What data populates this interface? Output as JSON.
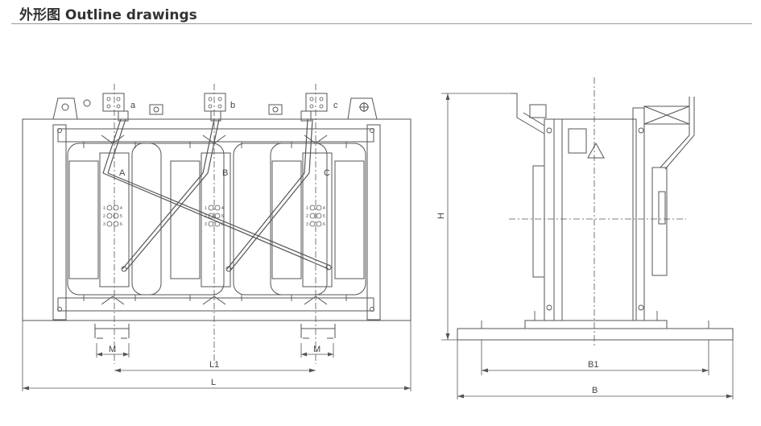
{
  "header": {
    "title": "外形图 Outline drawings"
  },
  "front_view": {
    "phase_labels": [
      "A",
      "B",
      "C"
    ],
    "terminal_labels": [
      "a",
      "b",
      "c"
    ],
    "tap_numbers": [
      "1",
      "2",
      "3",
      "4",
      "5",
      "6"
    ]
  },
  "dimensions": {
    "M_left": "M",
    "M_right": "M",
    "L1": "L1",
    "L": "L",
    "H": "H",
    "B1": "B1",
    "B": "B"
  },
  "colors": {
    "line": "#555555",
    "text": "#333333",
    "rule": "#9a9a9a"
  }
}
